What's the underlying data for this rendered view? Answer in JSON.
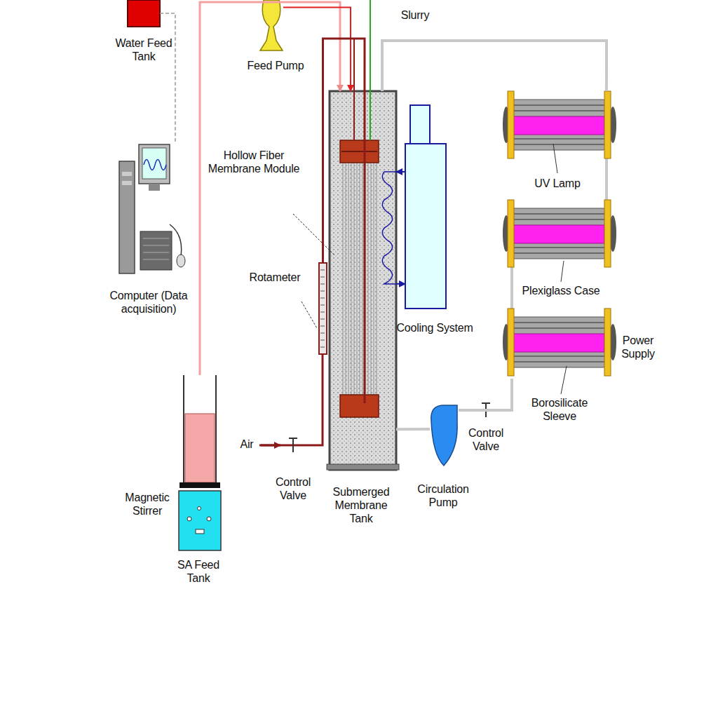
{
  "diagram": {
    "nodes": [
      {
        "text": [
          "Water Feed Tank"
        ]
      },
      {
        "text": [
          "Feed Pump"
        ]
      },
      {
        "text": [
          "Computer (Data acquisition)"
        ]
      },
      {
        "text": [
          "Submerged Membrane Tank"
        ]
      },
      {
        "text": [
          "Hollow Fiber Membrane Module"
        ],
        "in": 3
      },
      {
        "text": [
          "Rotameter"
        ]
      },
      {
        "text": [
          "Cooling System"
        ]
      },
      {
        "text": [
          "UV Lamp"
        ]
      },
      {
        "text": [
          "SA Feed Tank"
        ]
      },
      {
        "text": [
          "Magnetic Stirrer"
        ]
      },
      {
        "text": [
          "Circulation Pump"
        ]
      }
    ],
    "edges": [
      {
        "from": 8,
        "to": 3,
        "arrow": "to"
      },
      {
        "from": 1,
        "to": 3,
        "arrow": "to"
      },
      {
        "from": 5,
        "to": 3,
        "arrow": "none"
      },
      {
        "from": 6,
        "to": 3,
        "arrow": "to"
      },
      {
        "from": 3,
        "to": 6,
        "arrow": "to"
      },
      {
        "from": 3,
        "to": 10,
        "arrow": "none"
      },
      {
        "from": 10,
        "to": 7,
        "arrow": "none"
      },
      {
        "from": 7,
        "to": 3,
        "arrow": "none"
      },
      {
        "from": 0,
        "to": 2,
        "arrow": "none"
      }
    ],
    "labels": [
      "Slurry",
      "Air",
      "Control Valve",
      "Control Valve",
      "Plexiglass Case",
      "Borosilicate Sleeve",
      "Power Supply"
    ]
  }
}
